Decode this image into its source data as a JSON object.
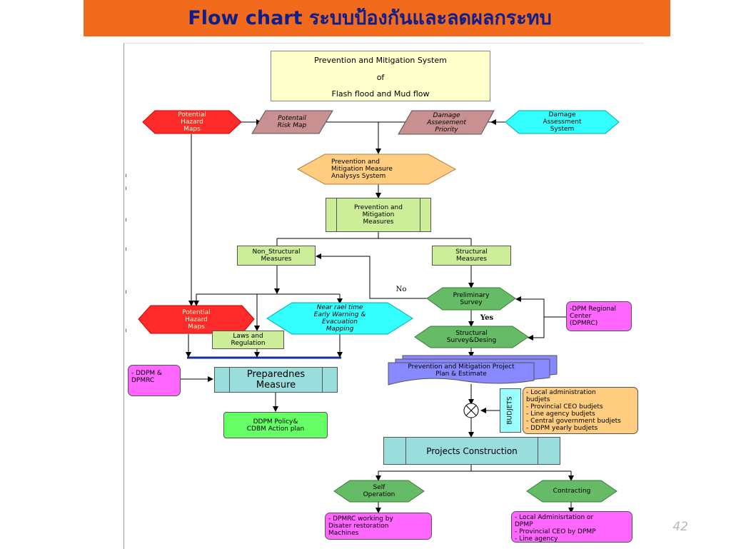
{
  "header": {
    "title": "Flow chart ระบบป้องกันและลดผลกระทบ"
  },
  "title_box": {
    "line1": "Prevention and Mitigation System",
    "line2": "of",
    "line3": "Flash flood and Mud flow"
  },
  "nodes": {
    "hazard_maps_top": "Potential\nHazard\nMaps",
    "risk_map": "Potentail\nRisk Map",
    "damage_priority": "Damage\nAssesement\nPriority",
    "damage_system": "Damage\nAssessment\nSystem",
    "analysis_system": "Prevention and\nMitigation Measure\nAnalysys System",
    "measures": "Prevention and\nMitigation\nMeasures",
    "non_structural": "Non_Structural\nMeasures",
    "structural": "Structural\nMeasures",
    "preliminary": "Preliminary\nSurvey",
    "dpm_regional": "-DPM Regional\nCenter\n(DPMRC)",
    "hazard_maps_mid": "Potential\nHazard\nMaps",
    "early_warning": "Near rael time\nEarly Warning &\nEvacuation\nMapping",
    "laws": "Laws and\nRegulation",
    "structural_survey": "Structural\nSurvey&Desing",
    "project_plan": "Prevention and Mitigation Project\nPlan & Estimate",
    "ddpm_dpmrc": "- DDPM &\nDPMRC",
    "preparedness": "Preparednes\nMeasure",
    "policy": "DDPM  Policy&\nCDBM Action plan",
    "budjets_label": "BUDJETS",
    "budjets_list": "- Local administration\nbudjets\n- Provincial CEO budjets\n- Line agency budjets\n- Central government budjets\n- DDPM yearly budjets",
    "projects_construction": "Projects Construction",
    "self_operation": "Self\nOperation",
    "contracting": "Contracting",
    "dpmrc_working": "- DPMRC working by\nDisater  restoration\nMachines",
    "local_admin": "- Local Adminisrtation or\nDPMP\n- Provincial CEO by DPMP\n- Line agency"
  },
  "edge_labels": {
    "no": "No",
    "yes": "Yes"
  },
  "page_number": "42",
  "colors": {
    "header_bg": "#f26b1d",
    "header_text": "#0d1f8c",
    "red": "#ff2a2a",
    "mauve": "#c89090",
    "cyan": "#33ffff",
    "orange": "#ffcc80",
    "lightgreen": "#ccee99",
    "green": "#66bb66",
    "magenta": "#ff66ff",
    "blue": "#8888ff",
    "teal": "#99dddd",
    "bright_green": "#66ff66",
    "lightcyan": "#99ffff"
  }
}
